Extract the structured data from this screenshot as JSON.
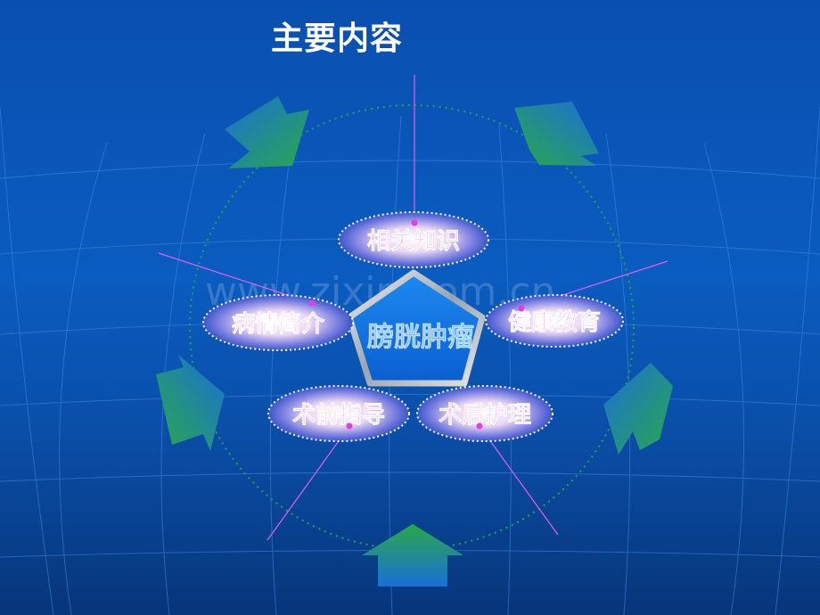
{
  "title": "主要内容",
  "center": "膀胱肿瘤",
  "nodes": {
    "related_knowledge": "相关知识",
    "disease_intro": "病情简介",
    "health_education": "健康教育",
    "preop_guidance": "术前指导",
    "postop_care": "术后护理"
  },
  "watermark": "www.zixin.com.cn",
  "colors": {
    "node_text": "#ff8fc8",
    "center_text": "#4aa0ff",
    "arrow_green": "#2aa84a",
    "arrow_blue": "#1a6fd8",
    "guide_line": "#e060e8",
    "dotted_circle": "#1fa84a"
  }
}
